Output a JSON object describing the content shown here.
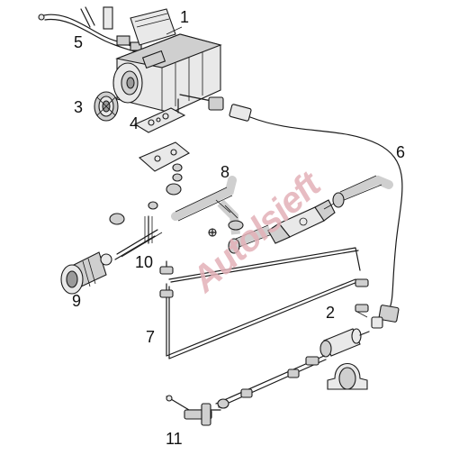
{
  "callouts": {
    "c1": "1",
    "c2": "2",
    "c3": "3",
    "c4": "4",
    "c5": "5",
    "c6": "6",
    "c7": "7",
    "c8": "8",
    "c9": "9",
    "c10": "10",
    "c11": "11"
  },
  "watermark": {
    "text": "Autolsieft",
    "color": "#e3b1b8"
  },
  "colors": {
    "line": "#1a1a1a",
    "fill_light": "#e9e9e9",
    "fill_mid": "#cfcfcf",
    "fill_dark": "#9a9a9a"
  }
}
